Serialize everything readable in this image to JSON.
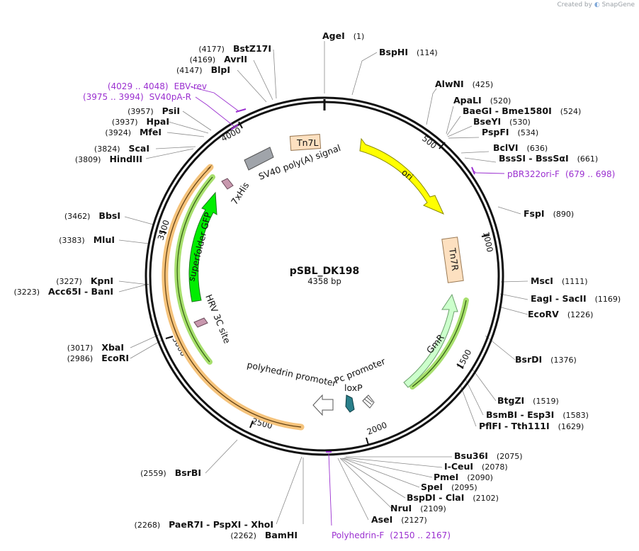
{
  "credit": {
    "prefix": "Created by",
    "brand": "SnapGene"
  },
  "map": {
    "name": "pSBL_DK198",
    "length": "4358 bp",
    "total_bp": 4358
  },
  "ticks": [
    "500",
    "1000",
    "1500",
    "2000",
    "2500",
    "3000",
    "3500",
    "4000"
  ],
  "sites": [
    {
      "name": "AgeI",
      "pos": "(1)"
    },
    {
      "name": "BspHI",
      "pos": "(114)"
    },
    {
      "name": "AlwNI",
      "pos": "(425)"
    },
    {
      "name": "ApaLI",
      "pos": "(520)"
    },
    {
      "name": "BaeGI - Bme1580I",
      "pos": "(524)"
    },
    {
      "name": "BseYI",
      "pos": "(530)"
    },
    {
      "name": "PspFI",
      "pos": "(534)"
    },
    {
      "name": "BclVI",
      "pos": "(636)"
    },
    {
      "name": "BssSI - BssSαI",
      "pos": "(661)"
    },
    {
      "name": "FspI",
      "pos": "(890)"
    },
    {
      "name": "MscI",
      "pos": "(1111)"
    },
    {
      "name": "EagI - SacII",
      "pos": "(1169)"
    },
    {
      "name": "EcoRV",
      "pos": "(1226)"
    },
    {
      "name": "BsrDI",
      "pos": "(1376)"
    },
    {
      "name": "BtgZI",
      "pos": "(1519)"
    },
    {
      "name": "BsmBI - Esp3I",
      "pos": "(1583)"
    },
    {
      "name": "PflFI - Tth111I",
      "pos": "(1629)"
    },
    {
      "name": "Bsu36I",
      "pos": "(2075)"
    },
    {
      "name": "I-CeuI",
      "pos": "(2078)"
    },
    {
      "name": "PmeI",
      "pos": "(2090)"
    },
    {
      "name": "SpeI",
      "pos": "(2095)"
    },
    {
      "name": "BspDI - ClaI",
      "pos": "(2102)"
    },
    {
      "name": "NruI",
      "pos": "(2109)"
    },
    {
      "name": "AseI",
      "pos": "(2127)"
    },
    {
      "name": "BamHI",
      "pos": "(2262)"
    },
    {
      "name": "PaeR7I - PspXI - XhoI",
      "pos": "(2268)"
    },
    {
      "name": "BsrBI",
      "pos": "(2559)"
    },
    {
      "name": "EcoRI",
      "pos": "(2986)"
    },
    {
      "name": "XbaI",
      "pos": "(3017)"
    },
    {
      "name": "Acc65I - BanI",
      "pos": "(3223)"
    },
    {
      "name": "KpnI",
      "pos": "(3227)"
    },
    {
      "name": "MluI",
      "pos": "(3383)"
    },
    {
      "name": "BbsI",
      "pos": "(3462)"
    },
    {
      "name": "HindIII",
      "pos": "(3809)"
    },
    {
      "name": "ScaI",
      "pos": "(3824)"
    },
    {
      "name": "MfeI",
      "pos": "(3924)"
    },
    {
      "name": "HpaI",
      "pos": "(3937)"
    },
    {
      "name": "PsiI",
      "pos": "(3957)"
    },
    {
      "name": "BlpI",
      "pos": "(4147)"
    },
    {
      "name": "AvrII",
      "pos": "(4169)"
    },
    {
      "name": "BstZ17I",
      "pos": "(4177)"
    }
  ],
  "primers": [
    {
      "name": "EBV-rev",
      "range": "(4029 .. 4048)"
    },
    {
      "name": "SV40pA-R",
      "range": "(3975 .. 3994)"
    },
    {
      "name": "pBR322ori-F",
      "range": "(679 .. 698)"
    },
    {
      "name": "Polyhedrin-F",
      "range": "(2150 .. 2167)"
    }
  ],
  "features": {
    "tn7l": "Tn7L",
    "tn7r": "Tn7R",
    "sv40": "SV40 poly(A) signal",
    "ori": "ori",
    "gmr": "GmR",
    "his": "7xHis",
    "gfp": "superfolder GFP",
    "hrv": "HRV 3C site",
    "polyhedrin": "polyhedrin promoter",
    "pc": "Pc promoter",
    "loxp": "loxP"
  },
  "colors": {
    "ori": "#ffff00",
    "gmr": "#ccffcc",
    "gfp": "#00ee00",
    "tn7": "#fde0c0",
    "sv40": "#a0a4aa",
    "orf_orange": "#f5a623",
    "orf_green": "#7cbf2a",
    "tag_pink": "#c898ae",
    "loxp_teal": "#2a7f8a",
    "primer": "#9b30d0"
  }
}
